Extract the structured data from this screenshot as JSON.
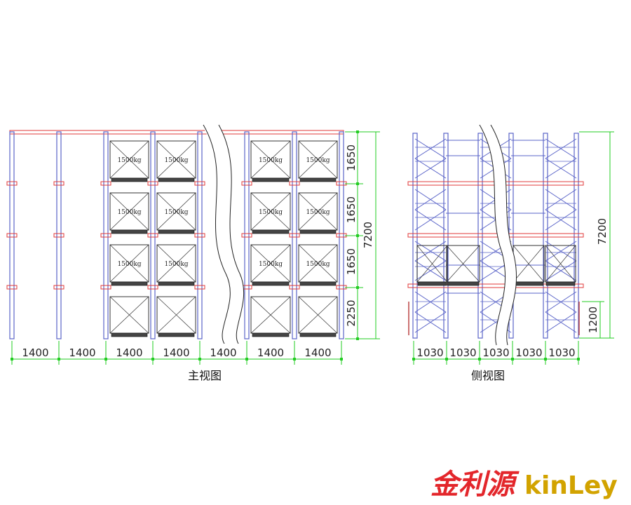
{
  "front_view": {
    "caption": "主视图",
    "bay_width_labels": [
      "1400",
      "1400",
      "1400",
      "1400",
      "1400",
      "1400",
      "1400"
    ],
    "level_height_labels": [
      "1650",
      "1650",
      "1650",
      "2250"
    ],
    "total_height_label": "7200",
    "load_label": "1500kg"
  },
  "side_view": {
    "caption": "侧视图",
    "depth_labels": [
      "1030",
      "1030",
      "1030",
      "1030",
      "1030"
    ],
    "total_height_label": "7200",
    "bottom_guide_label": "1200"
  },
  "logo": {
    "chinese": "金利源",
    "english": "kinLey"
  },
  "colors": {
    "upright": "#5a64c8",
    "beam": "#e23a3a",
    "dimension": "#22cc22",
    "box": "#333333"
  }
}
